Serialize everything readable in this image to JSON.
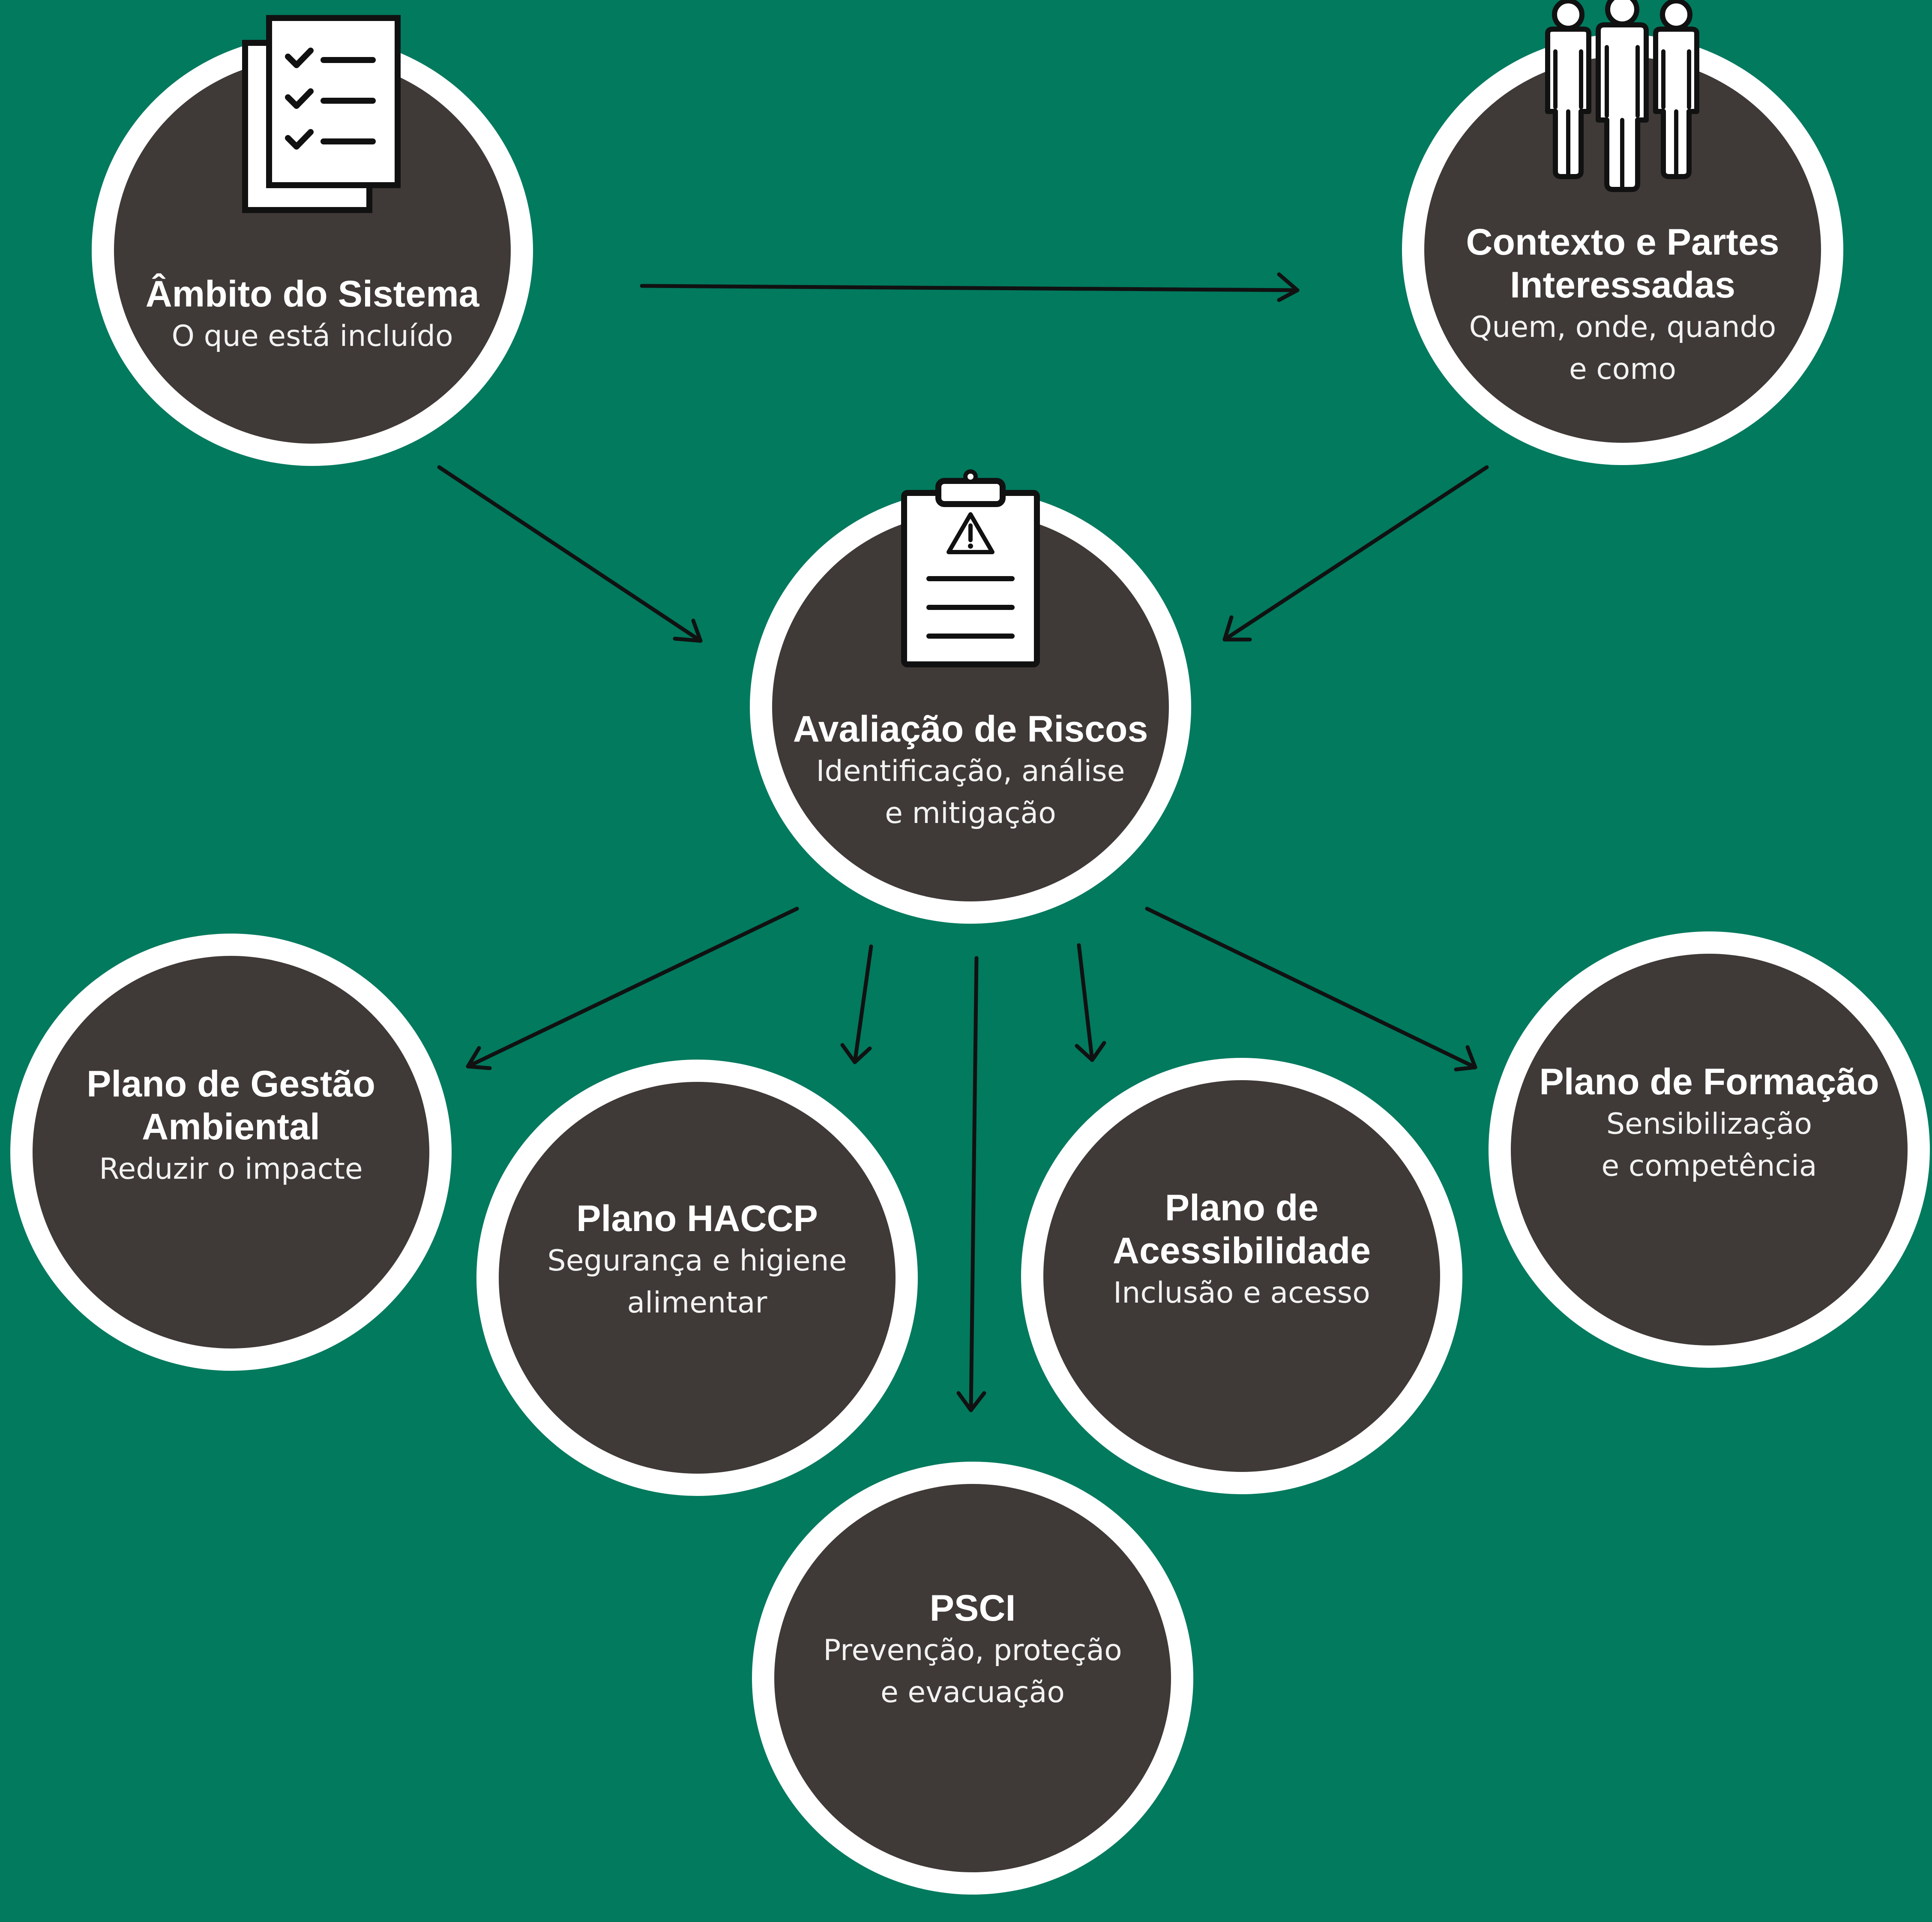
{
  "colors": {
    "background": "#017a5e",
    "node_fill": "#3f3937",
    "node_ring": "#ffffff",
    "arrow": "#111111",
    "text": "#ffffff"
  },
  "nodes": {
    "ambito": {
      "title": "Âmbito do Sistema",
      "desc": "O que está incluído",
      "icon": "checklist-icon"
    },
    "contexto": {
      "title_line1": "Contexto e Partes",
      "title_line2": "Interessadas",
      "desc_line1": "Quem, onde, quando",
      "desc_line2": "e como",
      "icon": "people-group-icon"
    },
    "avaliacao": {
      "title": "Avaliação de Riscos",
      "desc_line1": "Identificação, análise",
      "desc_line2": "e mitigação",
      "icon": "clipboard-warning-icon"
    },
    "gestao_ambiental": {
      "title_line1": "Plano de Gestão",
      "title_line2": "Ambiental",
      "desc": "Reduzir o impacte"
    },
    "haccp": {
      "title": "Plano HACCP",
      "desc_line1": "Segurança e higiene",
      "desc_line2": "alimentar"
    },
    "psci": {
      "title": "PSCI",
      "desc_line1": "Prevenção, proteção",
      "desc_line2": "e evacuação"
    },
    "acessibilidade": {
      "title_line1": "Plano de",
      "title_line2": "Acessibilidade",
      "desc": "Inclusão e acesso"
    },
    "formacao": {
      "title": "Plano de Formação",
      "desc_line1": "Sensibilização",
      "desc_line2": "e competência"
    }
  }
}
